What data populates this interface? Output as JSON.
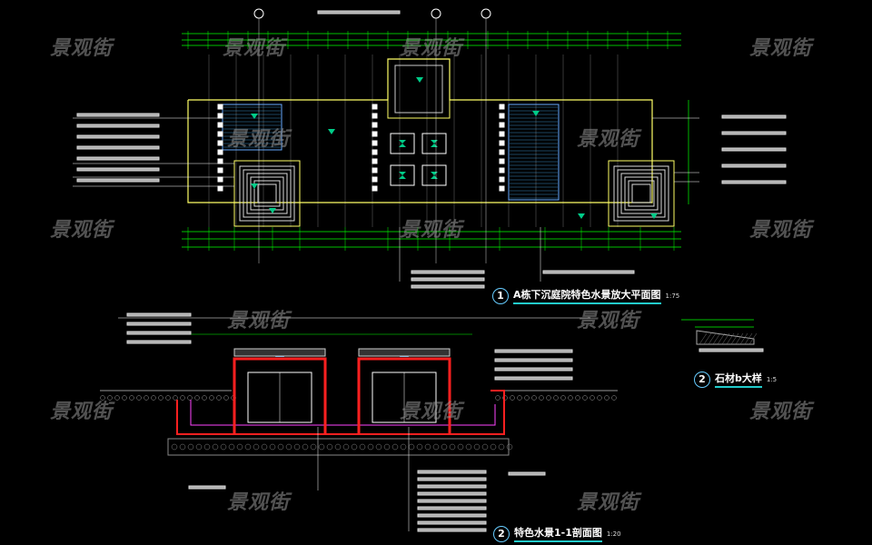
{
  "watermark": "景观街",
  "titles": {
    "plan": {
      "number": "1",
      "text": "A栋下沉庭院特色水景放大平面图",
      "scale": "1:75"
    },
    "section": {
      "number": "2",
      "text": "特色水景1-1剖面图",
      "scale": "1:20"
    },
    "detail": {
      "number": "2",
      "text": "石材b大样",
      "scale": "1:5"
    }
  },
  "colors": {
    "background": "#000000",
    "dimension": "#00ff00",
    "outline": "#ffff66",
    "structure": "#ff2020",
    "hatch": "#ff44ff",
    "annotation": "#ffffff"
  }
}
